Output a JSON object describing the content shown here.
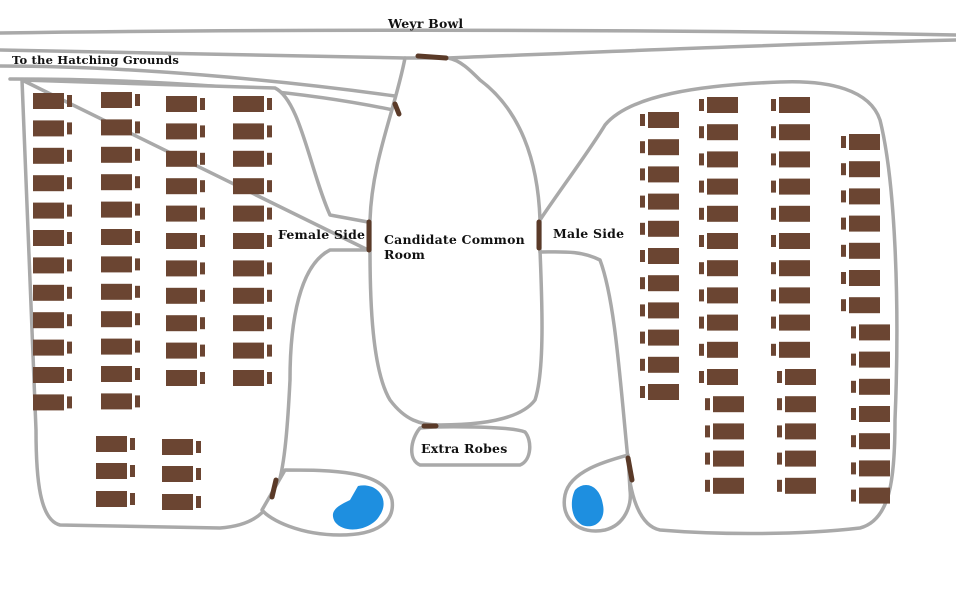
{
  "labels": {
    "weyr_bowl": "Weyr Bowl",
    "hatching": "To the Hatching Grounds",
    "female_side": "Female Side",
    "male_side": "Male Side",
    "common_room_line1": "Candidate Common",
    "common_room_line2": "Room",
    "extra_robes": "Extra Robes"
  },
  "colors": {
    "wall": "#a9a9a9",
    "floor": "#ffffff",
    "bed": "#6b4532",
    "door": "#5a3a28",
    "pool": "#1e8fe0",
    "text": "#111111"
  },
  "dormitories": {
    "female_bed_columns": [
      12,
      12,
      11,
      11
    ],
    "male_bed_columns": [
      11,
      15,
      15,
      14
    ]
  }
}
